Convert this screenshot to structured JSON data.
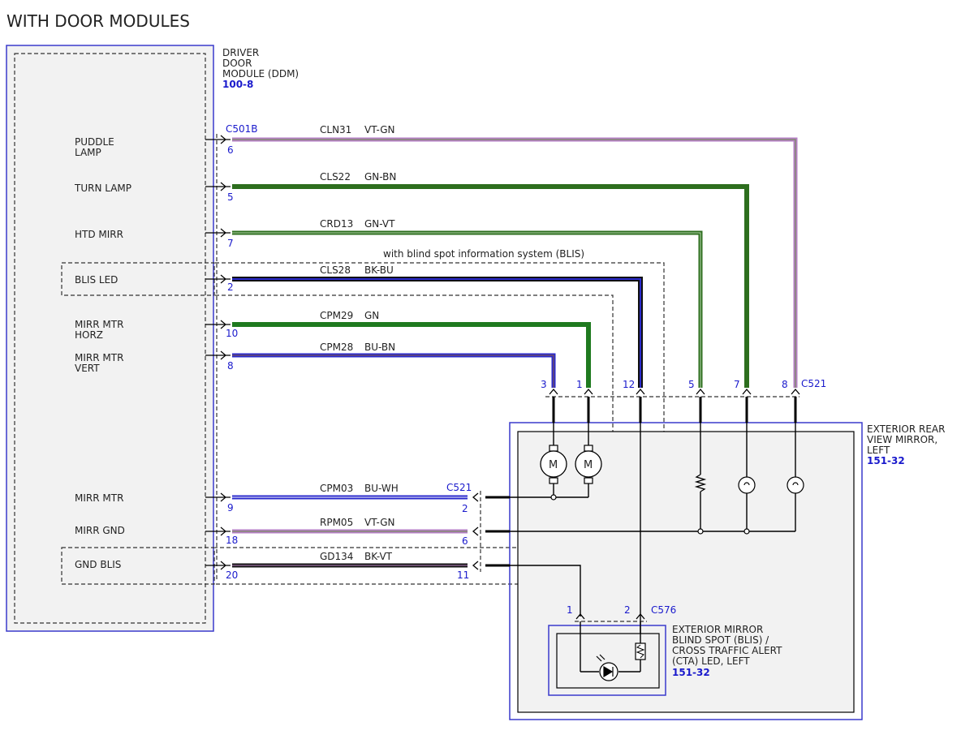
{
  "title": "WITH DOOR MODULES",
  "ddm": {
    "name_lines": [
      "DRIVER",
      "DOOR",
      "MODULE (DDM)"
    ],
    "ref": "100-8",
    "connector": "C501B"
  },
  "pin_labels": {
    "puddle_lamp": [
      "PUDDLE",
      "LAMP"
    ],
    "turn_lamp": [
      "TURN LAMP"
    ],
    "htd_mirr": [
      "HTD MIRR"
    ],
    "blis_led": [
      "BLIS LED"
    ],
    "mirr_mtr_horz": [
      "MIRR MTR",
      "HORZ"
    ],
    "mirr_mtr_vert": [
      "MIRR MTR",
      "VERT"
    ],
    "mirr_mtr": [
      "MIRR MTR"
    ],
    "mirr_gnd": [
      "MIRR GND"
    ],
    "gnd_blis": [
      "GND BLIS"
    ]
  },
  "option_note": "with blind spot information system (BLIS)",
  "wires": [
    {
      "id": "CLN31",
      "color": "VT-GN",
      "ddm_pin": "6",
      "far_pin": "8",
      "stroke": "#b57fc4"
    },
    {
      "id": "CLS22",
      "color": "GN-BN",
      "ddm_pin": "5",
      "far_pin": "7",
      "stroke": "#2d6e1e"
    },
    {
      "id": "CRD13",
      "color": "GN-VT",
      "ddm_pin": "7",
      "far_pin": "5",
      "stroke": "#3a7a2a"
    },
    {
      "id": "CLS28",
      "color": "BK-BU",
      "ddm_pin": "2",
      "far_pin": "12",
      "stroke": "#141450"
    },
    {
      "id": "CPM29",
      "color": "GN",
      "ddm_pin": "10",
      "far_pin": "1",
      "stroke": "#1f7a1f"
    },
    {
      "id": "CPM28",
      "color": "BU-BN",
      "ddm_pin": "8",
      "far_pin": "3",
      "stroke": "#2a2acc"
    },
    {
      "id": "CPM03",
      "color": "BU-WH",
      "ddm_pin": "9",
      "far_pin": "2",
      "stroke": "#2a2acc"
    },
    {
      "id": "RPM05",
      "color": "VT-GN",
      "ddm_pin": "18",
      "far_pin": "6",
      "stroke": "#b57fc4"
    },
    {
      "id": "GD134",
      "color": "BK-VT",
      "ddm_pin": "20",
      "far_pin": "11",
      "stroke": "#3a2238"
    }
  ],
  "c521_top": "C521",
  "c521_side": "C521",
  "mirror": {
    "name_lines": [
      "EXTERIOR REAR",
      "VIEW MIRROR,",
      "LEFT"
    ],
    "ref": "151-32",
    "motor_label": "M"
  },
  "blis_led_module": {
    "name_lines": [
      "EXTERIOR MIRROR",
      "BLIND SPOT (BLIS) /",
      "CROSS TRAFFIC ALERT",
      "(CTA) LED, LEFT"
    ],
    "ref": "151-32",
    "connector": "C576",
    "pin1": "1",
    "pin2": "2"
  },
  "colors": {
    "module_border": "#3a3acc",
    "vt_gn": "#b57fc4",
    "gn": "#1f7a1f",
    "bu": "#2a2acc",
    "bk": "#141414"
  }
}
